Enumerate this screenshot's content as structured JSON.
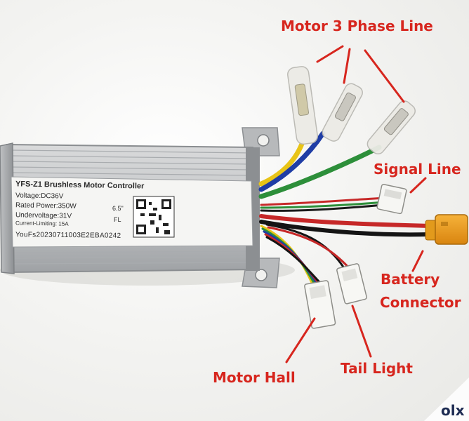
{
  "image": {
    "title": "",
    "accent_color": "#d7261e"
  },
  "controller_label": {
    "line1": "YFS-Z1 Brushless Motor Controller",
    "line2": "Voltage:DC36V",
    "line3": "Rated Power:350W",
    "line4": "Undervoltage:31V",
    "line5": "Current-Limiting: 15A",
    "angle": "6.5\"",
    "fl": "FL",
    "serial": "YouFs20230711003E2EBA0242"
  },
  "annotations": {
    "motor_phase": "Motor 3 Phase Line",
    "signal": "Signal Line",
    "battery_1": "Battery",
    "battery_2": "Connector",
    "motor_hall": "Motor Hall",
    "tail_light": "Tail Light"
  },
  "watermark": {
    "text": "olx",
    "icon": "olx-watermark"
  }
}
